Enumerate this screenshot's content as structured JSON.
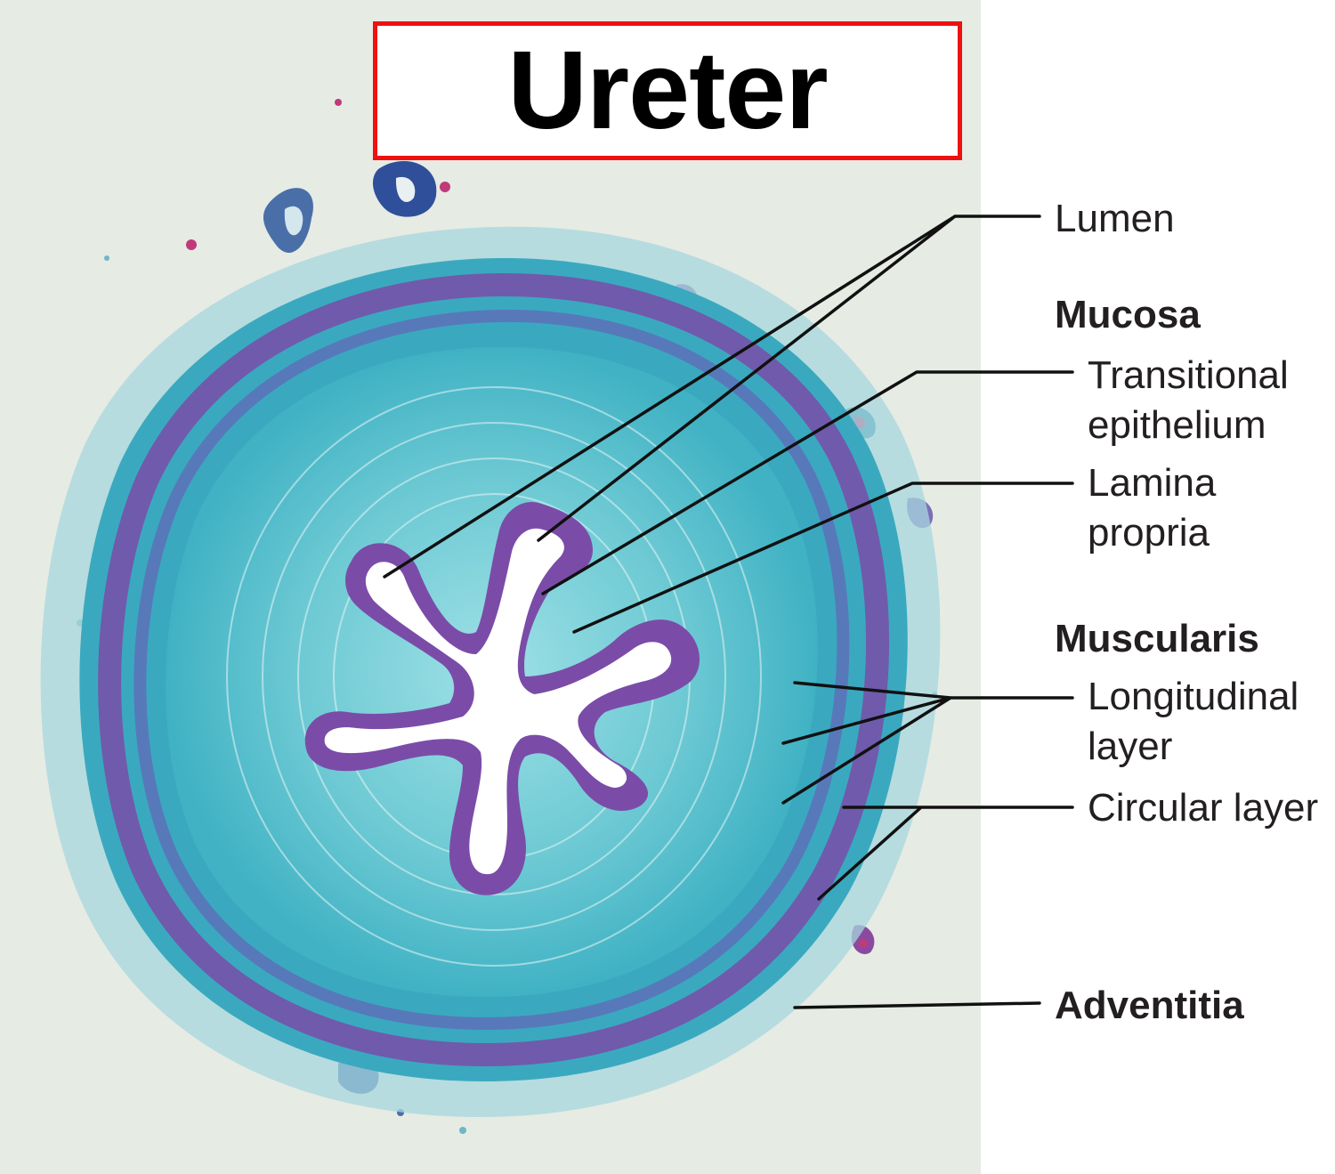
{
  "title": "Ureter",
  "labels": {
    "lumen": "Lumen",
    "mucosa": "Mucosa",
    "transitional_epithelium": "Transitional epithelium",
    "lamina_propria": "Lamina propria",
    "muscularis": "Muscularis",
    "longitudinal_layer": "Longitudinal layer",
    "circular_layer": "Circular layer",
    "adventitia": "Adventitia"
  },
  "colors": {
    "title_border": "#ee1111",
    "stain_purple": "#7a4ca8",
    "stain_blue": "#3fb0c2",
    "background": "#e6ebe4"
  }
}
